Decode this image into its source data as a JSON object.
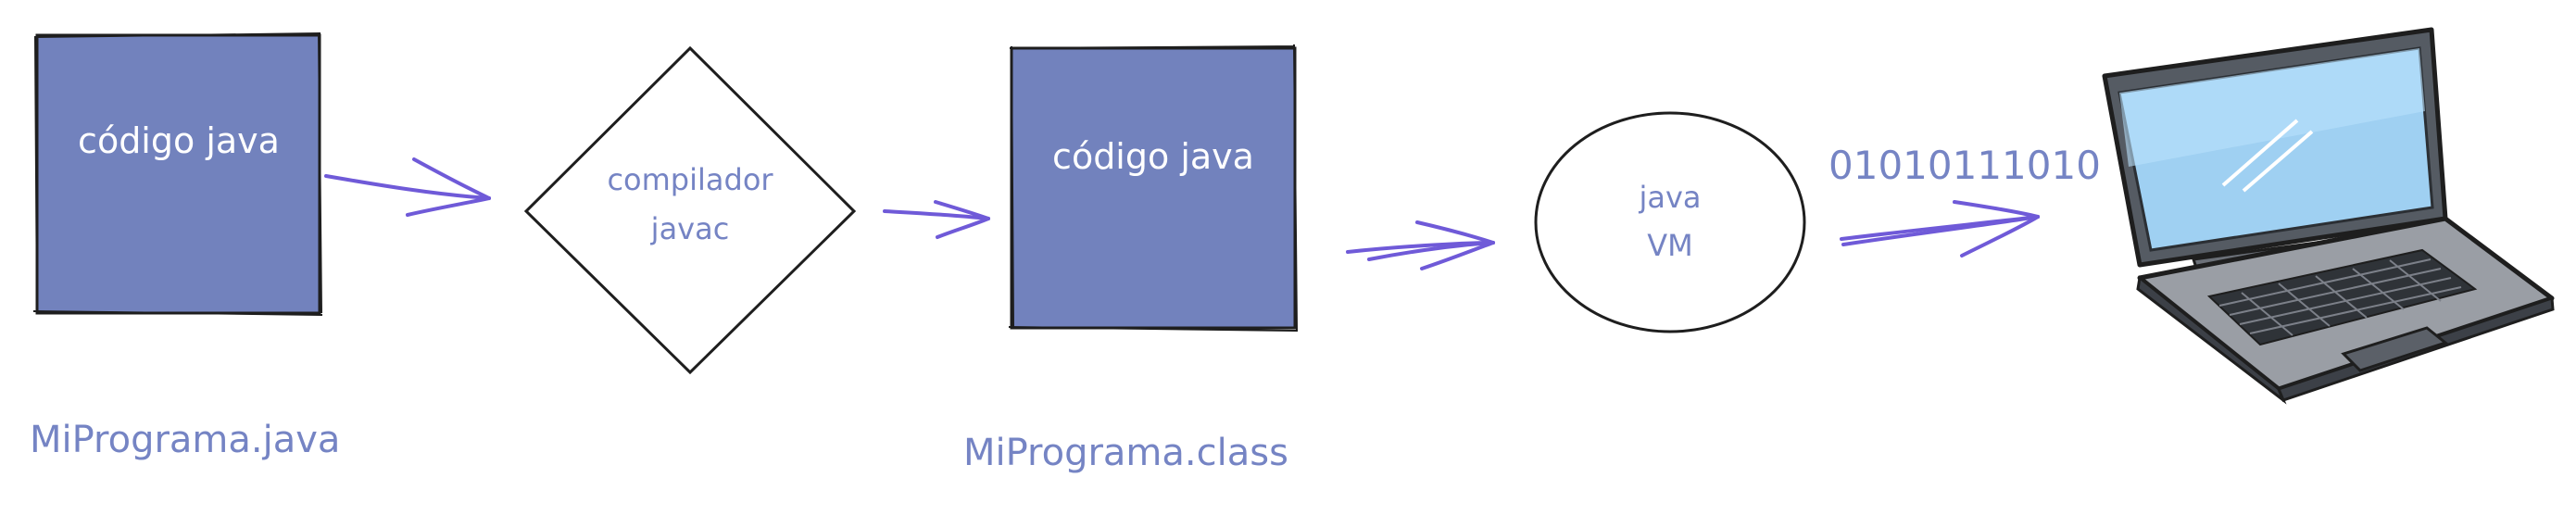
{
  "nodes": {
    "source_box": {
      "label": "código java"
    },
    "compiler": {
      "line1": "compilador",
      "line2": "javac"
    },
    "class_box": {
      "label": "código java"
    },
    "jvm": {
      "line1": "java",
      "line2": "VM"
    }
  },
  "captions": {
    "source_file": "MiPrograma.java",
    "class_file": "MiPrograma.class"
  },
  "binary_output": "01010111010",
  "computer": {
    "icon": "laptop-icon"
  },
  "colors": {
    "box_fill": "#7282bd",
    "stroke": "#1e1e1e",
    "accent": "#6f5ad8",
    "caption": "#7584c4",
    "node_text": "#7584c4",
    "box_text": "#ffffff"
  }
}
